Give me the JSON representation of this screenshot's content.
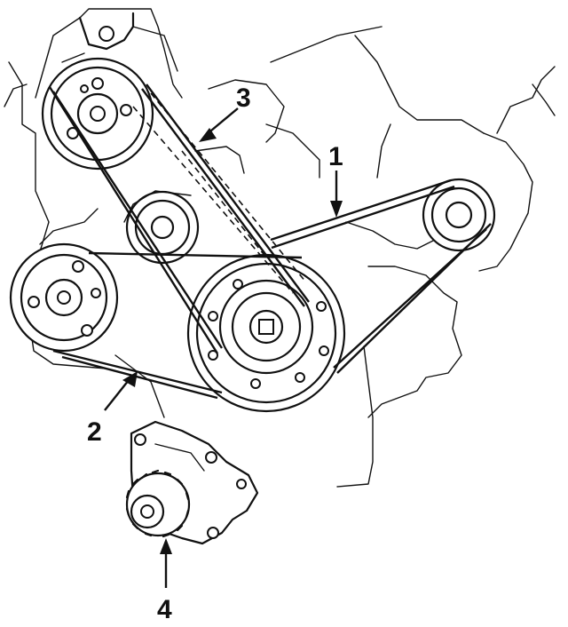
{
  "callouts": [
    {
      "id": "1",
      "label": "1"
    },
    {
      "id": "2",
      "label": "2"
    },
    {
      "id": "3",
      "label": "3"
    },
    {
      "id": "4",
      "label": "4"
    }
  ],
  "parts": {
    "1": "drive-belt",
    "2": "drive-belt-lower",
    "3": "timing-belt-section",
    "4": "water-pump"
  }
}
